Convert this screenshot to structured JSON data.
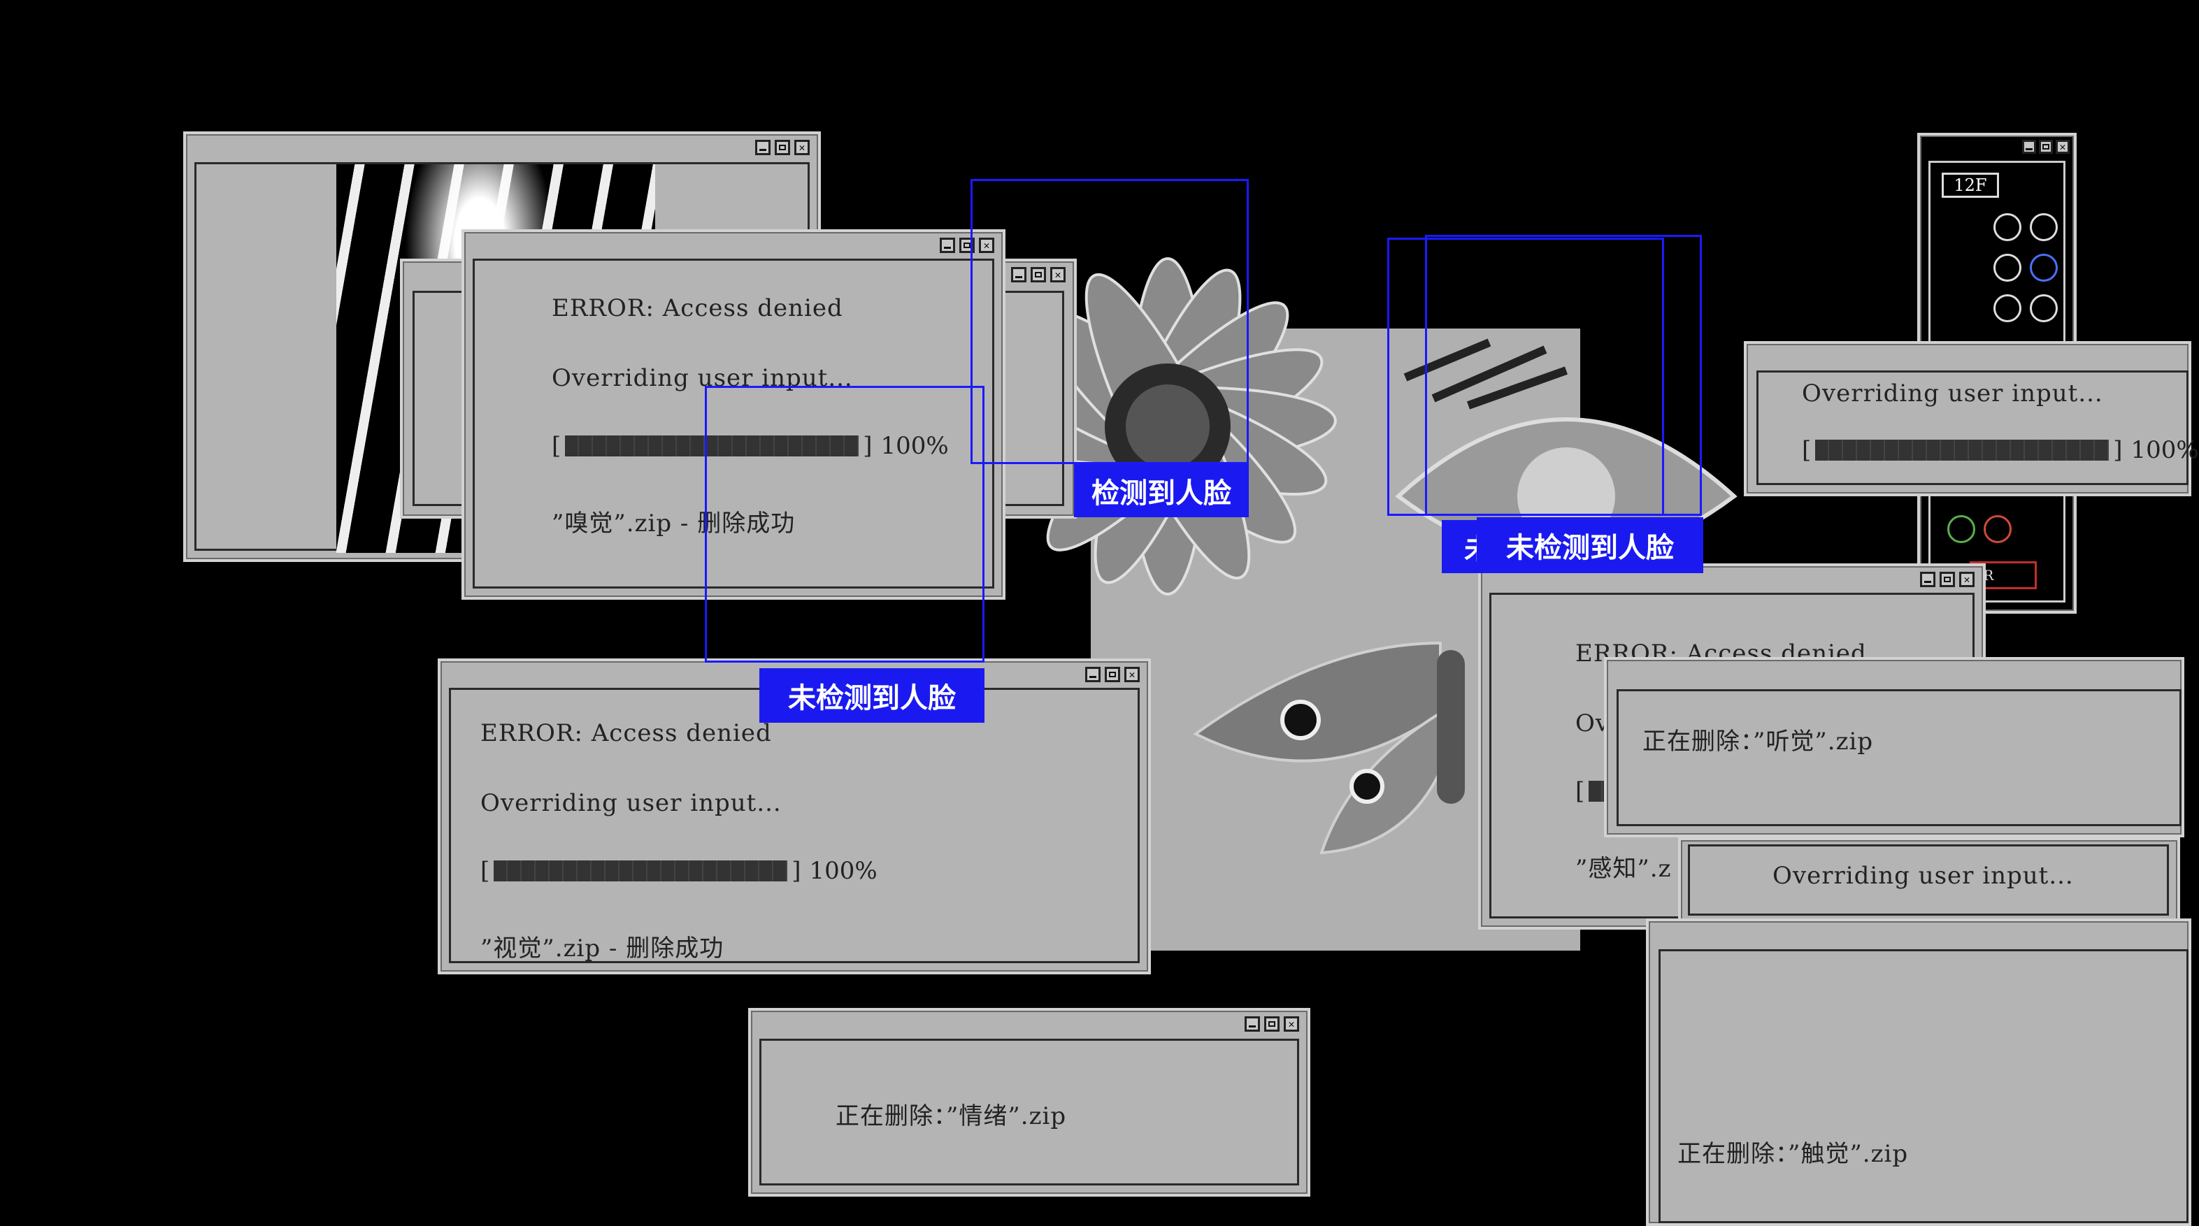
{
  "windows": {
    "w_smell": {
      "line1": "ERROR: Access denied",
      "line2": "Overriding user input...",
      "progress_text": "100%",
      "line4": "”嗅觉”.zip - 删除成功"
    },
    "w_sight": {
      "line1": "ERROR: Access denied",
      "line2": "Overriding user input...",
      "progress_text": "100%",
      "line4": "”视觉”.zip - 删除成功"
    },
    "w_emotion": {
      "line1": "正在删除：”情绪”.zip"
    },
    "w_right_top": {
      "line1": "Overriding user input...",
      "progress_text": "100%"
    },
    "w_cognition": {
      "line1": "ERROR: Access denied",
      "line2": "Ove",
      "line4": "”感知”.z"
    },
    "w_hearing": {
      "line1": "正在删除：”听觉”.zip"
    },
    "w_override2": {
      "line1": "Overriding user input..."
    },
    "w_touch": {
      "line1": "正在删除：”触觉”.zip"
    },
    "elevator": {
      "floor": "12F",
      "error": "OR"
    }
  },
  "face_tags": {
    "tag1": "未检测到人脸",
    "tag2": "检测到人脸",
    "tag3": "未检测到人脸",
    "tag3_behind": "未"
  },
  "controls": {
    "minimize": "minimize",
    "maximize": "maximize",
    "close": "close"
  },
  "colors": {
    "window_bg": "#b4b4b4",
    "face_box": "#1a1aff",
    "tag_bg": "#1a1af0",
    "background": "#000000"
  }
}
